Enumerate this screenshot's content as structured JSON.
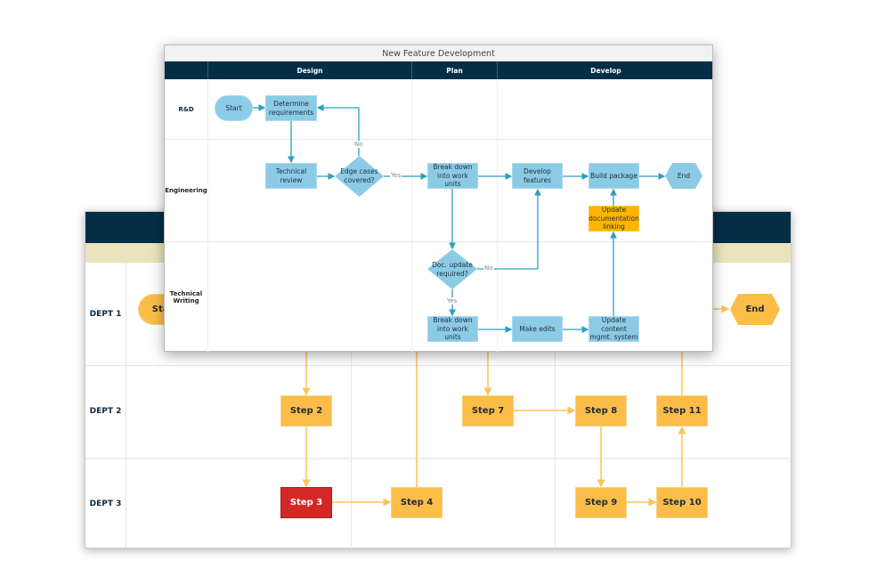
{
  "back_diagram": {
    "lanes": [
      "DEPT 1",
      "DEPT 2",
      "DEPT 3"
    ],
    "start_label": "Start",
    "end_label": "End",
    "steps": {
      "s2": "Step 2",
      "s3": "Step 3",
      "s4": "Step 4",
      "s7": "Step 7",
      "s8": "Step 8",
      "s9": "Step 9",
      "s10": "Step 10",
      "s11": "Step 11"
    },
    "colors": {
      "header": "#032e46",
      "band": "#ebe3bb",
      "step": "#fbbd47",
      "highlight": "#d42828",
      "connector": "#fbc35a"
    }
  },
  "front_diagram": {
    "title": "New Feature Development",
    "phases": [
      "Design",
      "Plan",
      "Develop"
    ],
    "lanes": [
      "R&D",
      "Engineering",
      "Technical Writing"
    ],
    "nodes": {
      "start": "Start",
      "determine": "Determine requirements",
      "tech_review": "Technical review",
      "edge_cases": "Edge cases covered?",
      "breakdown1": "Break down into work units",
      "develop": "Develop features",
      "build": "Build package",
      "end": "End",
      "update_doc": "Update documentation linking",
      "doc_update": "Doc. update required?",
      "breakdown2": "Break down into work units",
      "make_edits": "Make edits",
      "update_content": "Update content mgmt. system"
    },
    "edge_labels": {
      "no1": "No",
      "yes1": "Yes",
      "no2": "No",
      "yes2": "Yes"
    },
    "colors": {
      "header": "#032e46",
      "node": "#8ccbe6",
      "highlight": "#ffb400",
      "connector": "#2aa0c0"
    }
  }
}
